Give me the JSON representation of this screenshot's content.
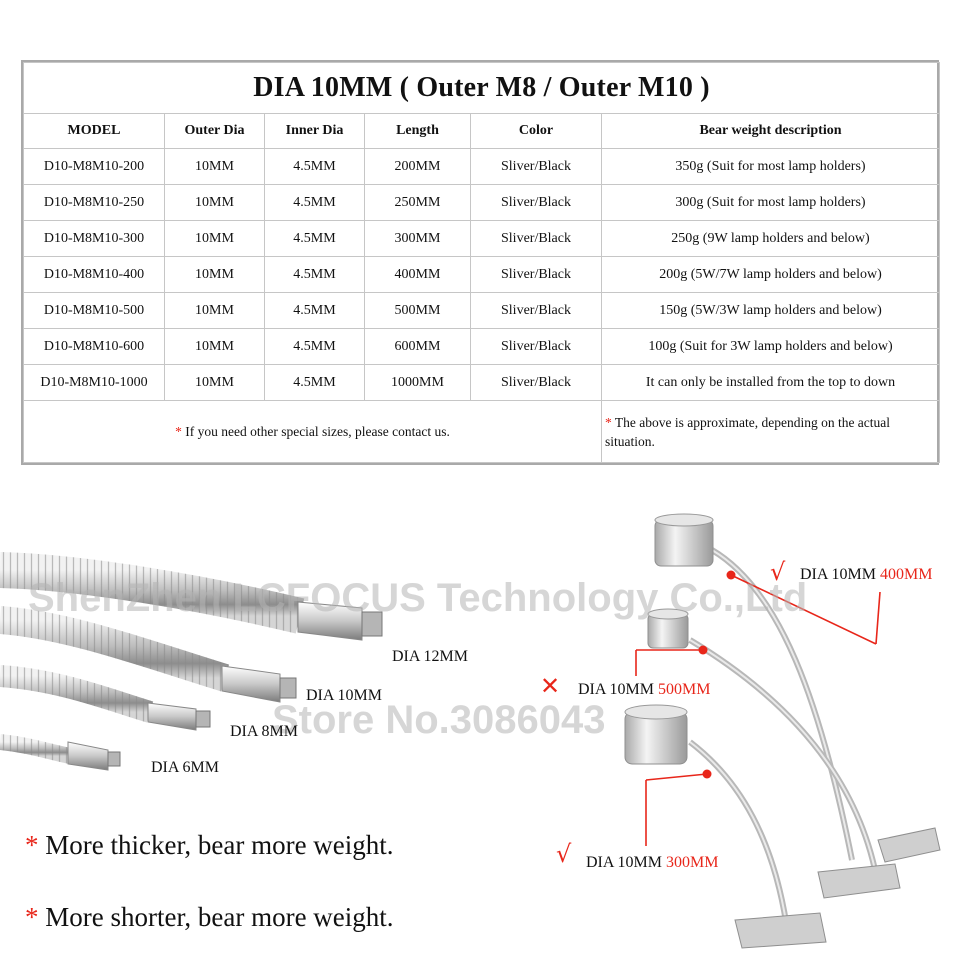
{
  "table": {
    "title": "DIA 10MM  ( Outer M8 / Outer M10 )",
    "headers": [
      "MODEL",
      "Outer Dia",
      "Inner Dia",
      "Length",
      "Color",
      "Bear weight description"
    ],
    "rows": [
      [
        "D10-M8M10-200",
        "10MM",
        "4.5MM",
        "200MM",
        "Sliver/Black",
        "350g (Suit for most lamp holders)"
      ],
      [
        "D10-M8M10-250",
        "10MM",
        "4.5MM",
        "250MM",
        "Sliver/Black",
        "300g (Suit for most lamp holders)"
      ],
      [
        "D10-M8M10-300",
        "10MM",
        "4.5MM",
        "300MM",
        "Sliver/Black",
        "250g (9W lamp holders and below)"
      ],
      [
        "D10-M8M10-400",
        "10MM",
        "4.5MM",
        "400MM",
        "Sliver/Black",
        "200g (5W/7W lamp holders and below)"
      ],
      [
        "D10-M8M10-500",
        "10MM",
        "4.5MM",
        "500MM",
        "Sliver/Black",
        "150g (5W/3W lamp holders and below)"
      ],
      [
        "D10-M8M10-600",
        "10MM",
        "4.5MM",
        "600MM",
        "Sliver/Black",
        "100g (Suit for 3W lamp holders and below)"
      ],
      [
        "D10-M8M10-1000",
        "10MM",
        "4.5MM",
        "1000MM",
        "Sliver/Black",
        "It can only be installed from the top to down"
      ]
    ],
    "note_left": {
      "star": "*",
      "text": " If you need other special sizes, please contact us."
    },
    "note_right": {
      "star": "*",
      "text": " The above is approximate, depending on  the actual situation."
    }
  },
  "tubes": {
    "labels": [
      "DIA 12MM",
      "DIA 10MM",
      "DIA 8MM",
      "DIA 6MM"
    ]
  },
  "arms": {
    "a400": {
      "mark": "√",
      "prefix": "DIA 10MM ",
      "value": "400MM"
    },
    "a500": {
      "mark": "✕",
      "prefix": "DIA 10MM ",
      "value": "500MM"
    },
    "a300": {
      "mark": "√",
      "prefix": "DIA 10MM ",
      "value": "300MM"
    }
  },
  "watermark": {
    "line1": "ShenZhen LCFOCUS Technology Co.,Ltd",
    "line2": "Store No.3086043"
  },
  "bullets": [
    {
      "star": "*",
      "text": " More thicker, bear more weight."
    },
    {
      "star": "*",
      "text": " More shorter, bear more weight."
    }
  ],
  "colors": {
    "accent_red": "#e8261a",
    "border_gray": "#a9a9a9",
    "metal": "#c9c9c9"
  }
}
